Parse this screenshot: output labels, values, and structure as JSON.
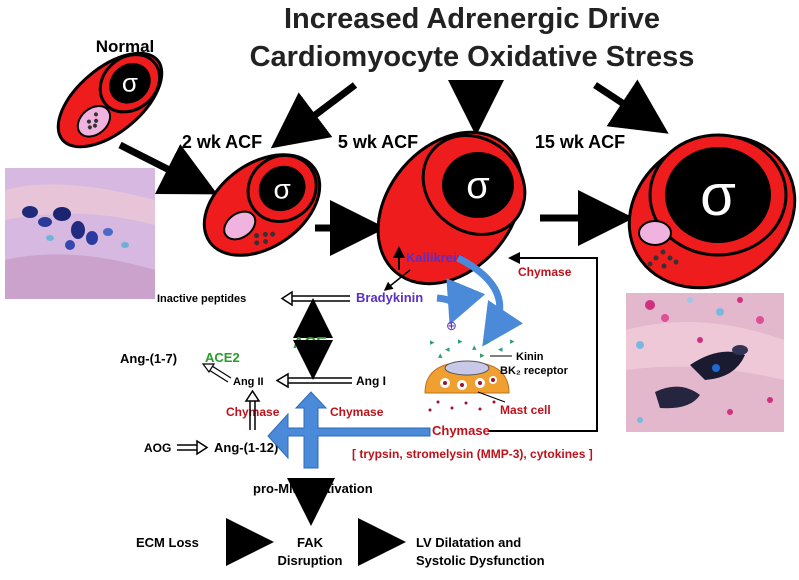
{
  "title": {
    "line1": "Increased Adrenergic Drive",
    "line2": "Cardiomyocyte Oxidative Stress"
  },
  "stages": {
    "normal": "Normal",
    "wk2": "2 wk ACF",
    "wk5": "5 wk ACF",
    "wk15": "15 wk ACF"
  },
  "nucleus_symbol": "σ",
  "pathway": {
    "kallikrein": "Kallikrein",
    "bradykinin": "Bradykinin",
    "plus": "⊕",
    "chymase_feedback": "Chymase",
    "inactive_peptides": "Inactive peptides",
    "ace": "ACE",
    "ace2": "ACE2",
    "ang17": "Ang-(1-7)",
    "ang2": "Ang II",
    "ang1": "Ang I",
    "chymase_left": "Chymase",
    "chymase_mid": "Chymase",
    "chymase_mast": "Chymase",
    "aog": "AOG",
    "ang112": "Ang-(1-12)",
    "kinin": "Kinin",
    "receptor": "BK₂ receptor",
    "mast_cell": "Mast cell",
    "enzymes": "[ trypsin, stromelysin (MMP-3), cytokines ]",
    "pro_mmp": "pro-MMP activation",
    "ecm_loss": "ECM  Loss",
    "fak_line1": "FAK",
    "fak_line2": "Disruption",
    "lv_line1": "LV Dilatation and",
    "lv_line2": "Systolic Dysfunction"
  },
  "colors": {
    "myocyte_red": "#ee1c1c",
    "nucleus_black": "#000000",
    "granule_pink": "#f0b3e0",
    "blue_arrow": "#4a8ad8",
    "chymase_red": "#c0101a",
    "kinin_purple": "#5a2ec8",
    "ace2_green": "#2a9d2a",
    "ace_green": "#2a9d2a",
    "mast_orange": "#f0a030"
  }
}
